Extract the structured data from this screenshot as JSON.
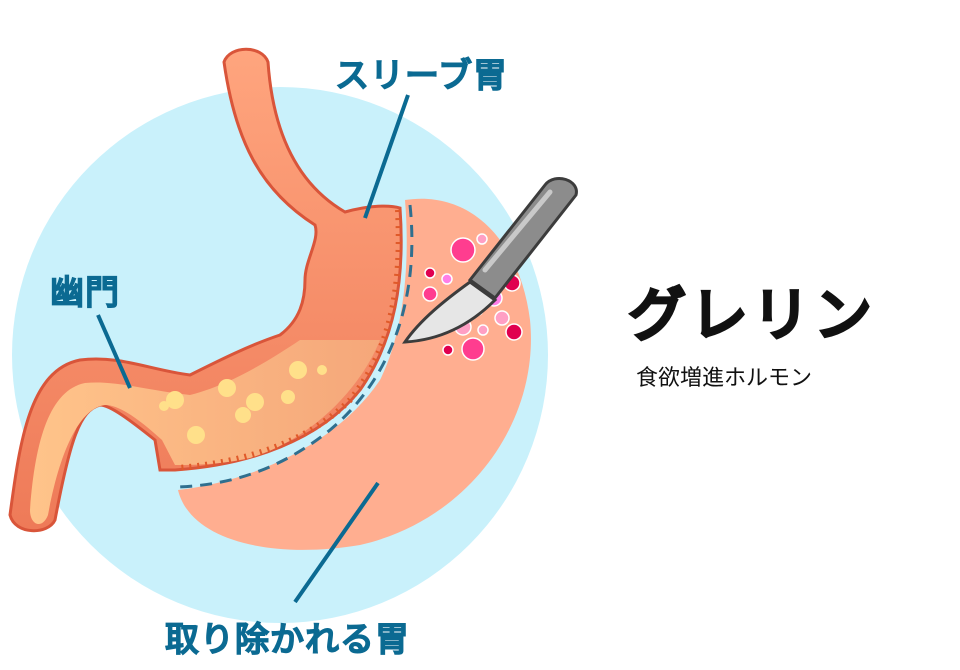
{
  "labels": {
    "sleeve_stomach": "スリーブ胃",
    "pylorus": "幽門",
    "removed_stomach": "取り除かれる胃"
  },
  "hormone": {
    "name": "グレリン",
    "description": "食欲増進ホルモン"
  },
  "colors": {
    "background_circle": "#c9f1fb",
    "removed_stomach": "#ffae90",
    "sleeve_stomach": "#f0805c",
    "label_text": "#0b6a92",
    "bubbles": "#ff3d8f"
  }
}
